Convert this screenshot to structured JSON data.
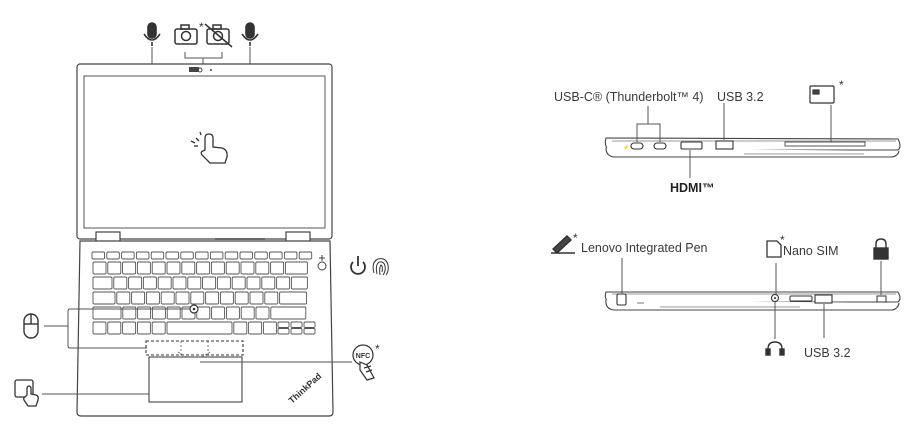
{
  "labels": {
    "usbc_thunderbolt": "USB-C® (Thunderbolt™ 4)",
    "usb32_top": "USB 3.2",
    "hdmi": "HDMI™",
    "pen": "Lenovo Integrated Pen",
    "nano_sim": "Nano SIM",
    "usb32_bottom": "USB 3.2",
    "brand": "ThinkPad",
    "nfc": "NFC",
    "asterisk": "*"
  },
  "icons": [
    "microphone-icon",
    "camera-icon",
    "camera-off-icon",
    "touch-screen-icon",
    "power-icon",
    "fingerprint-icon",
    "trackpoint-mouse-icon",
    "nfc-icon",
    "touchpad-icon",
    "smart-card-icon",
    "pen-icon",
    "sim-card-icon",
    "security-lock-icon",
    "headset-icon"
  ],
  "colors": {
    "line": "#4a4a4a",
    "fill": "#ffffff",
    "panel": "#f4f4f4"
  }
}
